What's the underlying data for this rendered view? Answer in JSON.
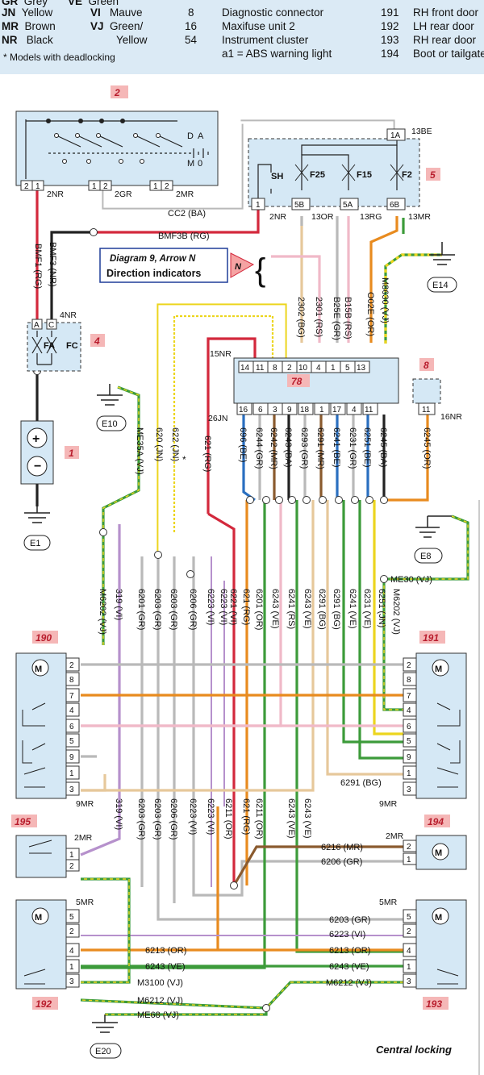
{
  "legend": {
    "colour_codes": [
      {
        "code": "GR",
        "name": "Grey"
      },
      {
        "code": "VE",
        "name": "Green"
      },
      {
        "code": "JN",
        "name": "Yellow"
      },
      {
        "code": "VI",
        "name": "Mauve"
      },
      {
        "code": "MR",
        "name": "Brown"
      },
      {
        "code": "VJ",
        "name": "Green/"
      },
      {
        "code": "NR",
        "name": "Black"
      },
      {
        "code": "",
        "name": "Yellow"
      }
    ],
    "footnote": "* Models with deadlocking",
    "components_mid": [
      {
        "num": "8",
        "name": "Diagnostic connector"
      },
      {
        "num": "16",
        "name": "Maxifuse unit 2"
      },
      {
        "num": "54",
        "name": "Instrument cluster"
      },
      {
        "num": "",
        "name": "a1 =  ABS warning light"
      }
    ],
    "components_right": [
      {
        "num": "191",
        "name": "RH front door"
      },
      {
        "num": "192",
        "name": "LH rear door"
      },
      {
        "num": "193",
        "name": "RH rear door"
      },
      {
        "num": "194",
        "name": "Boot or tailgate"
      }
    ]
  },
  "components": {
    "c1": "1",
    "c2": "2",
    "c4": "4",
    "c5": "5",
    "c8": "8",
    "c78": "78",
    "c190": "190",
    "c191": "191",
    "c192": "192",
    "c193": "193",
    "c194": "194",
    "c195": "195"
  },
  "grounds": [
    "E1",
    "E8",
    "E10",
    "E14",
    "E20"
  ],
  "fuses": [
    "SH",
    "F25",
    "F15",
    "F2",
    "FA",
    "FC"
  ],
  "switch_labels": {
    "d": "D",
    "a": "A",
    "m": "M",
    "zero": "0"
  },
  "connectors": {
    "c2_2nr": "2NR",
    "c2_2gr": "2GR",
    "c2_2mr": "2MR",
    "c4_4nr": "4NR",
    "c4_a": "A",
    "c4_c": "C",
    "c5_13be": "13BE",
    "c5_2nr": "2NR",
    "c5_13or": "13OR",
    "c5_13rg": "13RG",
    "c5_13mr": "13MR",
    "c5_1a": "1A",
    "c5_1": "1",
    "c5_5b": "5B",
    "c5_5a": "5A",
    "c5_6b": "6B",
    "c78_15nr": "15NR",
    "c78_26jn": "26JN",
    "c8_16nr": "16NR",
    "c190_9mr": "9MR",
    "c191_9mr": "9MR",
    "c195_2mr": "2MR",
    "c194_2mr": "2MR",
    "c192_5mr": "5MR",
    "c193_5mr": "5MR"
  },
  "pins": {
    "c2": [
      "2",
      "1",
      "1",
      "2",
      "1",
      "2"
    ],
    "c78_top": [
      "14",
      "11",
      "8",
      "2",
      "10",
      "4",
      "1",
      "5",
      "13"
    ],
    "c78_bottom": [
      "16",
      "6",
      "3",
      "9",
      "18",
      "1",
      "17",
      "4",
      "11"
    ],
    "c8": [
      "11"
    ],
    "c190": [
      "2",
      "8",
      "7",
      "4",
      "6",
      "5",
      "9",
      "1",
      "3"
    ],
    "c191": [
      "2",
      "8",
      "7",
      "4",
      "6",
      "5",
      "9",
      "1",
      "3"
    ],
    "c195": [
      "1",
      "2"
    ],
    "c194": [
      "2",
      "1"
    ],
    "c192": [
      "5",
      "2",
      "4",
      "1",
      "3"
    ],
    "c193": [
      "5",
      "2",
      "4",
      "1",
      "3"
    ]
  },
  "arrow_ref": {
    "diagram": "Diagram 9, Arrow N",
    "text": "Direction indicators",
    "letter": "N"
  },
  "wires": {
    "cc2": "CC2 (BA)",
    "bmf3b": "BMF3B (RG)",
    "bmf1": "BMF1 (RG)",
    "bmf3": "BMF3 (NR)",
    "w2302": "2302 (BG)",
    "w2301": "2301 (RS)",
    "b25e": "B25E (GR)",
    "b15b": "B15B (RS)",
    "o02e": "O02E (OR)",
    "m8630": "M8630 (VJ)",
    "me35a": "ME35A (VJ)",
    "w620": "620 (JN)",
    "w622": "622 (JN)",
    "w621": "621 (RG)",
    "w696": "696 (BE)",
    "w6244": "6244 (GR)",
    "w6242": "6242 (MR)",
    "w6243": "6243 (BA)",
    "w6293": "6293 (GR)",
    "w6291": "6291 (MR)",
    "w6241": "6241 (BE)",
    "w6231": "6231 (GR)",
    "w6251": "6251 (BE)",
    "w6245": "6245 (BA)",
    "w6245or": "6245 (OR)",
    "me30": "ME30 (VJ)",
    "m6202l": "M6202 (VJ)",
    "m6202r": "M6202 (VJ)",
    "w319a": "319 (VI)",
    "w6201a": "6201 (GR)",
    "w6203a": "6203 (GR)",
    "w6203b": "6203 (GR)",
    "w6206a": "6206 (GR)",
    "w6223a": "6223 (VI)",
    "w6223b": "6223 (VI)",
    "w6221": "6221 (VI)",
    "w621b": "621 (RG)",
    "w6201b": "6201 (OR)",
    "w6243a": "6243 (VE)",
    "w6241a": "6241 (RS)",
    "w6243b": "6243 (VE)",
    "w6291a": "6291 (BG)",
    "w6291b": "6291 (BG)",
    "w6241b": "6241 (VE)",
    "w6231a": "6231 (VE)",
    "w6251a": "6251 (JN)",
    "w319b": "319 (VI)",
    "w6203c": "6203 (GR)",
    "w6203d": "6203 (GR)",
    "w6206b": "6206 (GR)",
    "w6223c": "6223 (VI)",
    "w6223d": "6223 (VI)",
    "w6211a": "6211 (OR)",
    "w621c": "621 (RG)",
    "w6211b": "6211 (OR)",
    "w6243c": "6243 (VE)",
    "w6243d": "6243 (VE)",
    "w6291r": "6291 (BG)",
    "w6216": "6216 (MR)",
    "w6206r": "6206 (GR)",
    "w6203r": "6203 (GR)",
    "w6223r": "6223 (VI)",
    "w6213a": "6213 (OR)",
    "w6243e": "6243 (VE)",
    "w6213b": "6213 (OR)",
    "w6243f": "6243 (VE)",
    "m3100": "M3100 (VJ)",
    "m6212a": "M6212 (VJ)",
    "m6212b": "M6212 (VJ)",
    "me68": "ME68 (VJ)"
  },
  "colors": {
    "red": "#d3283c",
    "green": "#3c9b3a",
    "grey": "#b9b9b9",
    "orange": "#e88b1f",
    "pink": "#f0b9c8",
    "mauve": "#b691cc",
    "brown": "#8a5a2e",
    "yellow": "#ecd51e",
    "blue": "#2a6fc0",
    "tan": "#e6c89b"
  },
  "title": "Central locking"
}
